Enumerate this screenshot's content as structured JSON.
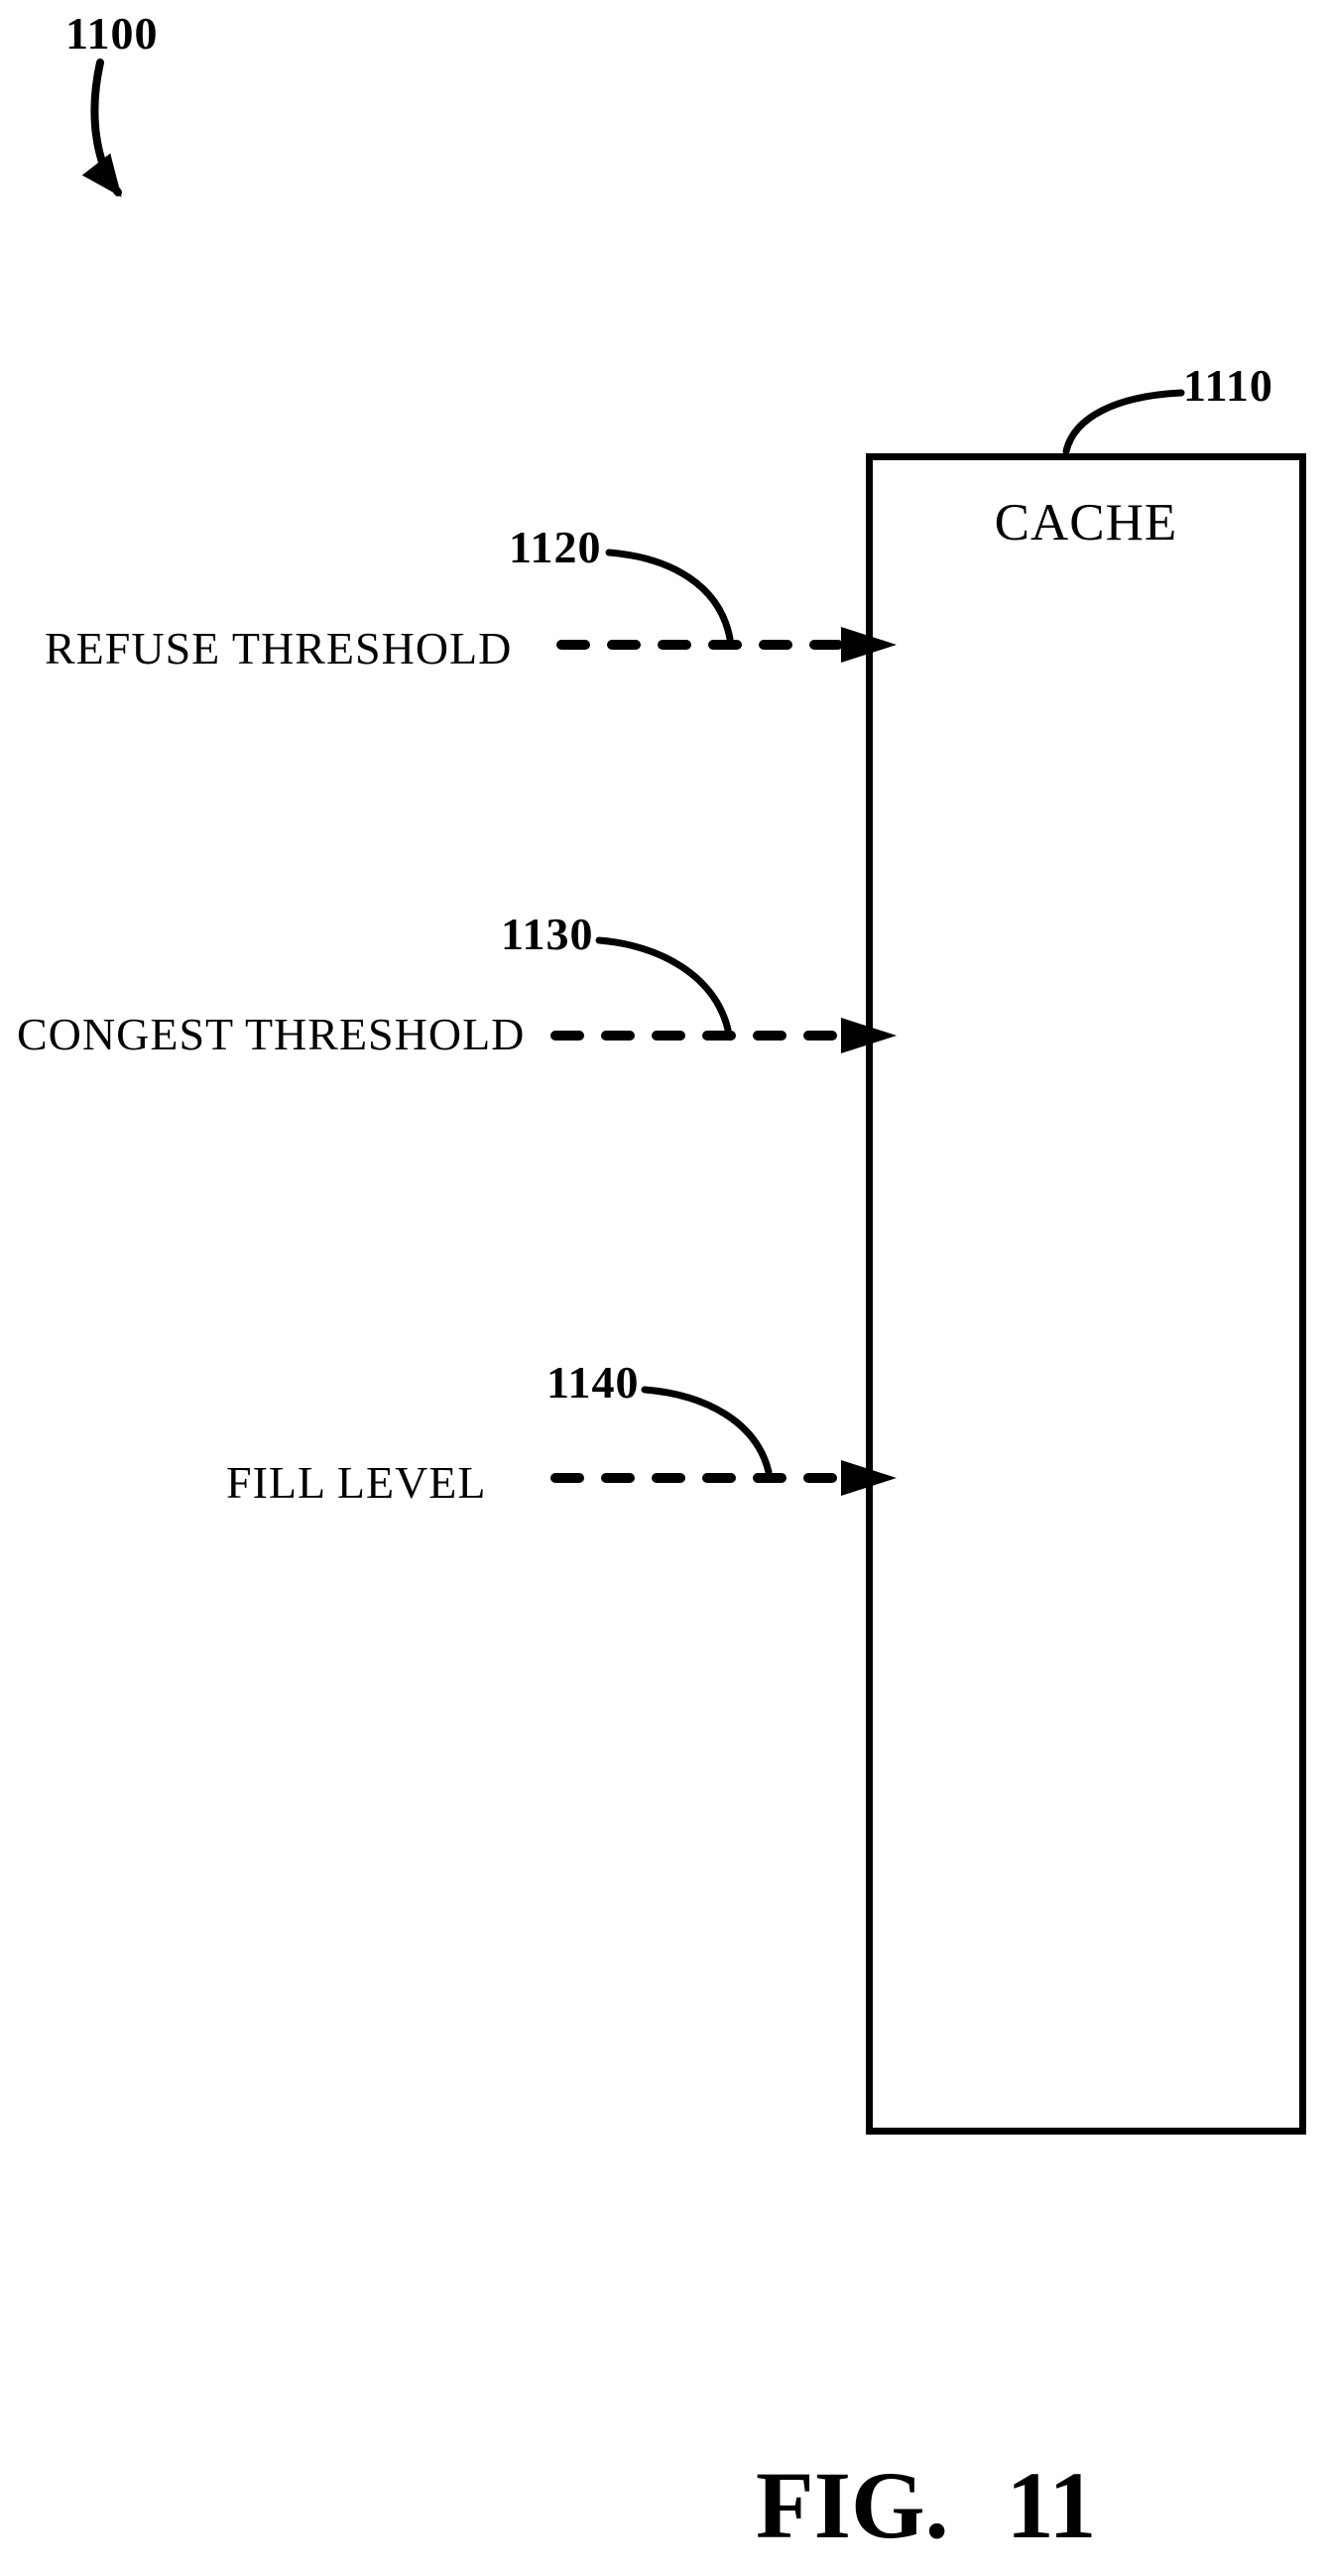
{
  "figure": {
    "reference": "1100",
    "caption": {
      "fig": "FIG.",
      "number": "11"
    }
  },
  "cache_box": {
    "label": "CACHE",
    "reference": "1110"
  },
  "arrows": [
    {
      "label": "REFUSE THRESHOLD",
      "reference": "1120"
    },
    {
      "label": "CONGEST THRESHOLD",
      "reference": "1130"
    },
    {
      "label": "FILL LEVEL",
      "reference": "1140"
    }
  ],
  "colors": {
    "ink": "#000000",
    "background": "#ffffff"
  }
}
